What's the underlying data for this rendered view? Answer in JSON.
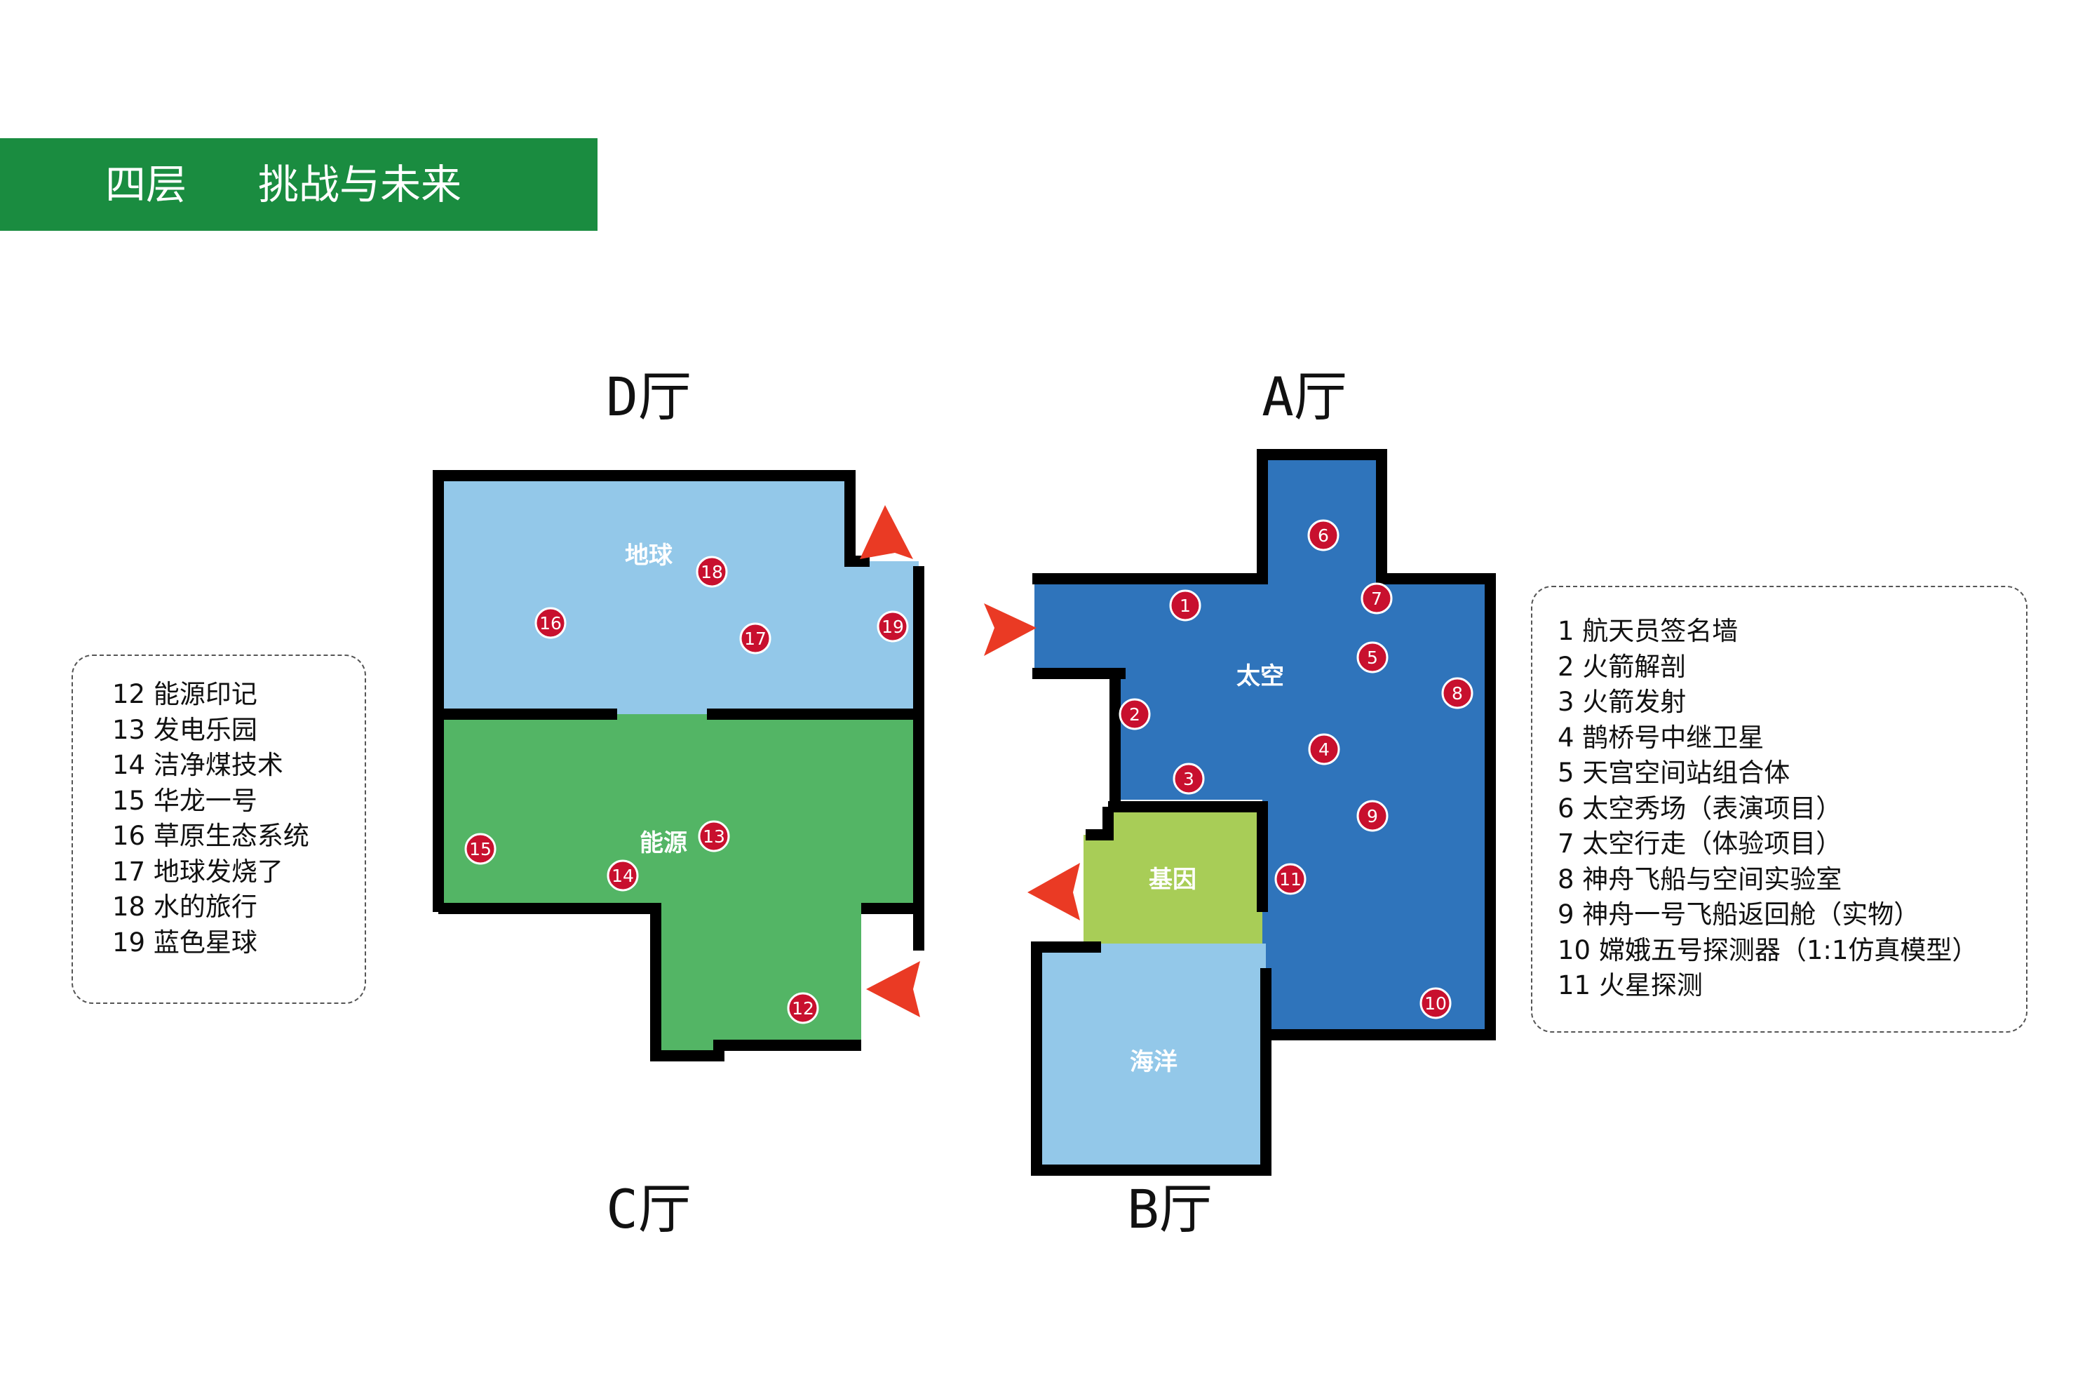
{
  "banner": {
    "floor": "四层",
    "title": "挑战与未来",
    "color": "#1a8c40"
  },
  "halls": {
    "d": "D厅",
    "a": "A厅",
    "c": "C厅",
    "b": "B厅"
  },
  "zones": {
    "earth": "地球",
    "energy": "能源",
    "space": "太空",
    "gene": "基因",
    "ocean": "海洋"
  },
  "colors": {
    "earth": "#93c8e9",
    "energy": "#53b565",
    "space": "#2f74bb",
    "gene": "#a8cd57",
    "ocean": "#93c8e9",
    "wall": "#000000",
    "marker": "#c8102e",
    "arrow": "#ea3a24"
  },
  "markers": {
    "m1": "1",
    "m2": "2",
    "m3": "3",
    "m4": "4",
    "m5": "5",
    "m6": "6",
    "m7": "7",
    "m8": "8",
    "m9": "9",
    "m10": "10",
    "m11": "11",
    "m12": "12",
    "m13": "13",
    "m14": "14",
    "m15": "15",
    "m16": "16",
    "m17": "17",
    "m18": "18",
    "m19": "19"
  },
  "legend_left": [
    "12 能源印记",
    "13 发电乐园",
    "14 洁净煤技术",
    "15 华龙一号",
    "16 草原生态系统",
    "17 地球发烧了",
    "18 水的旅行",
    "19 蓝色星球"
  ],
  "legend_right": [
    "1 航天员签名墙",
    "2 火箭解剖",
    "3 火箭发射",
    "4 鹊桥号中继卫星",
    "5 天宫空间站组合体",
    "6 太空秀场（表演项目）",
    "7 太空行走（体验项目）",
    "8 神舟飞船与空间实验室",
    "9 神舟一号飞船返回舱（实物）",
    "10 嫦娥五号探测器（1:1仿真模型）",
    "11 火星探测"
  ]
}
